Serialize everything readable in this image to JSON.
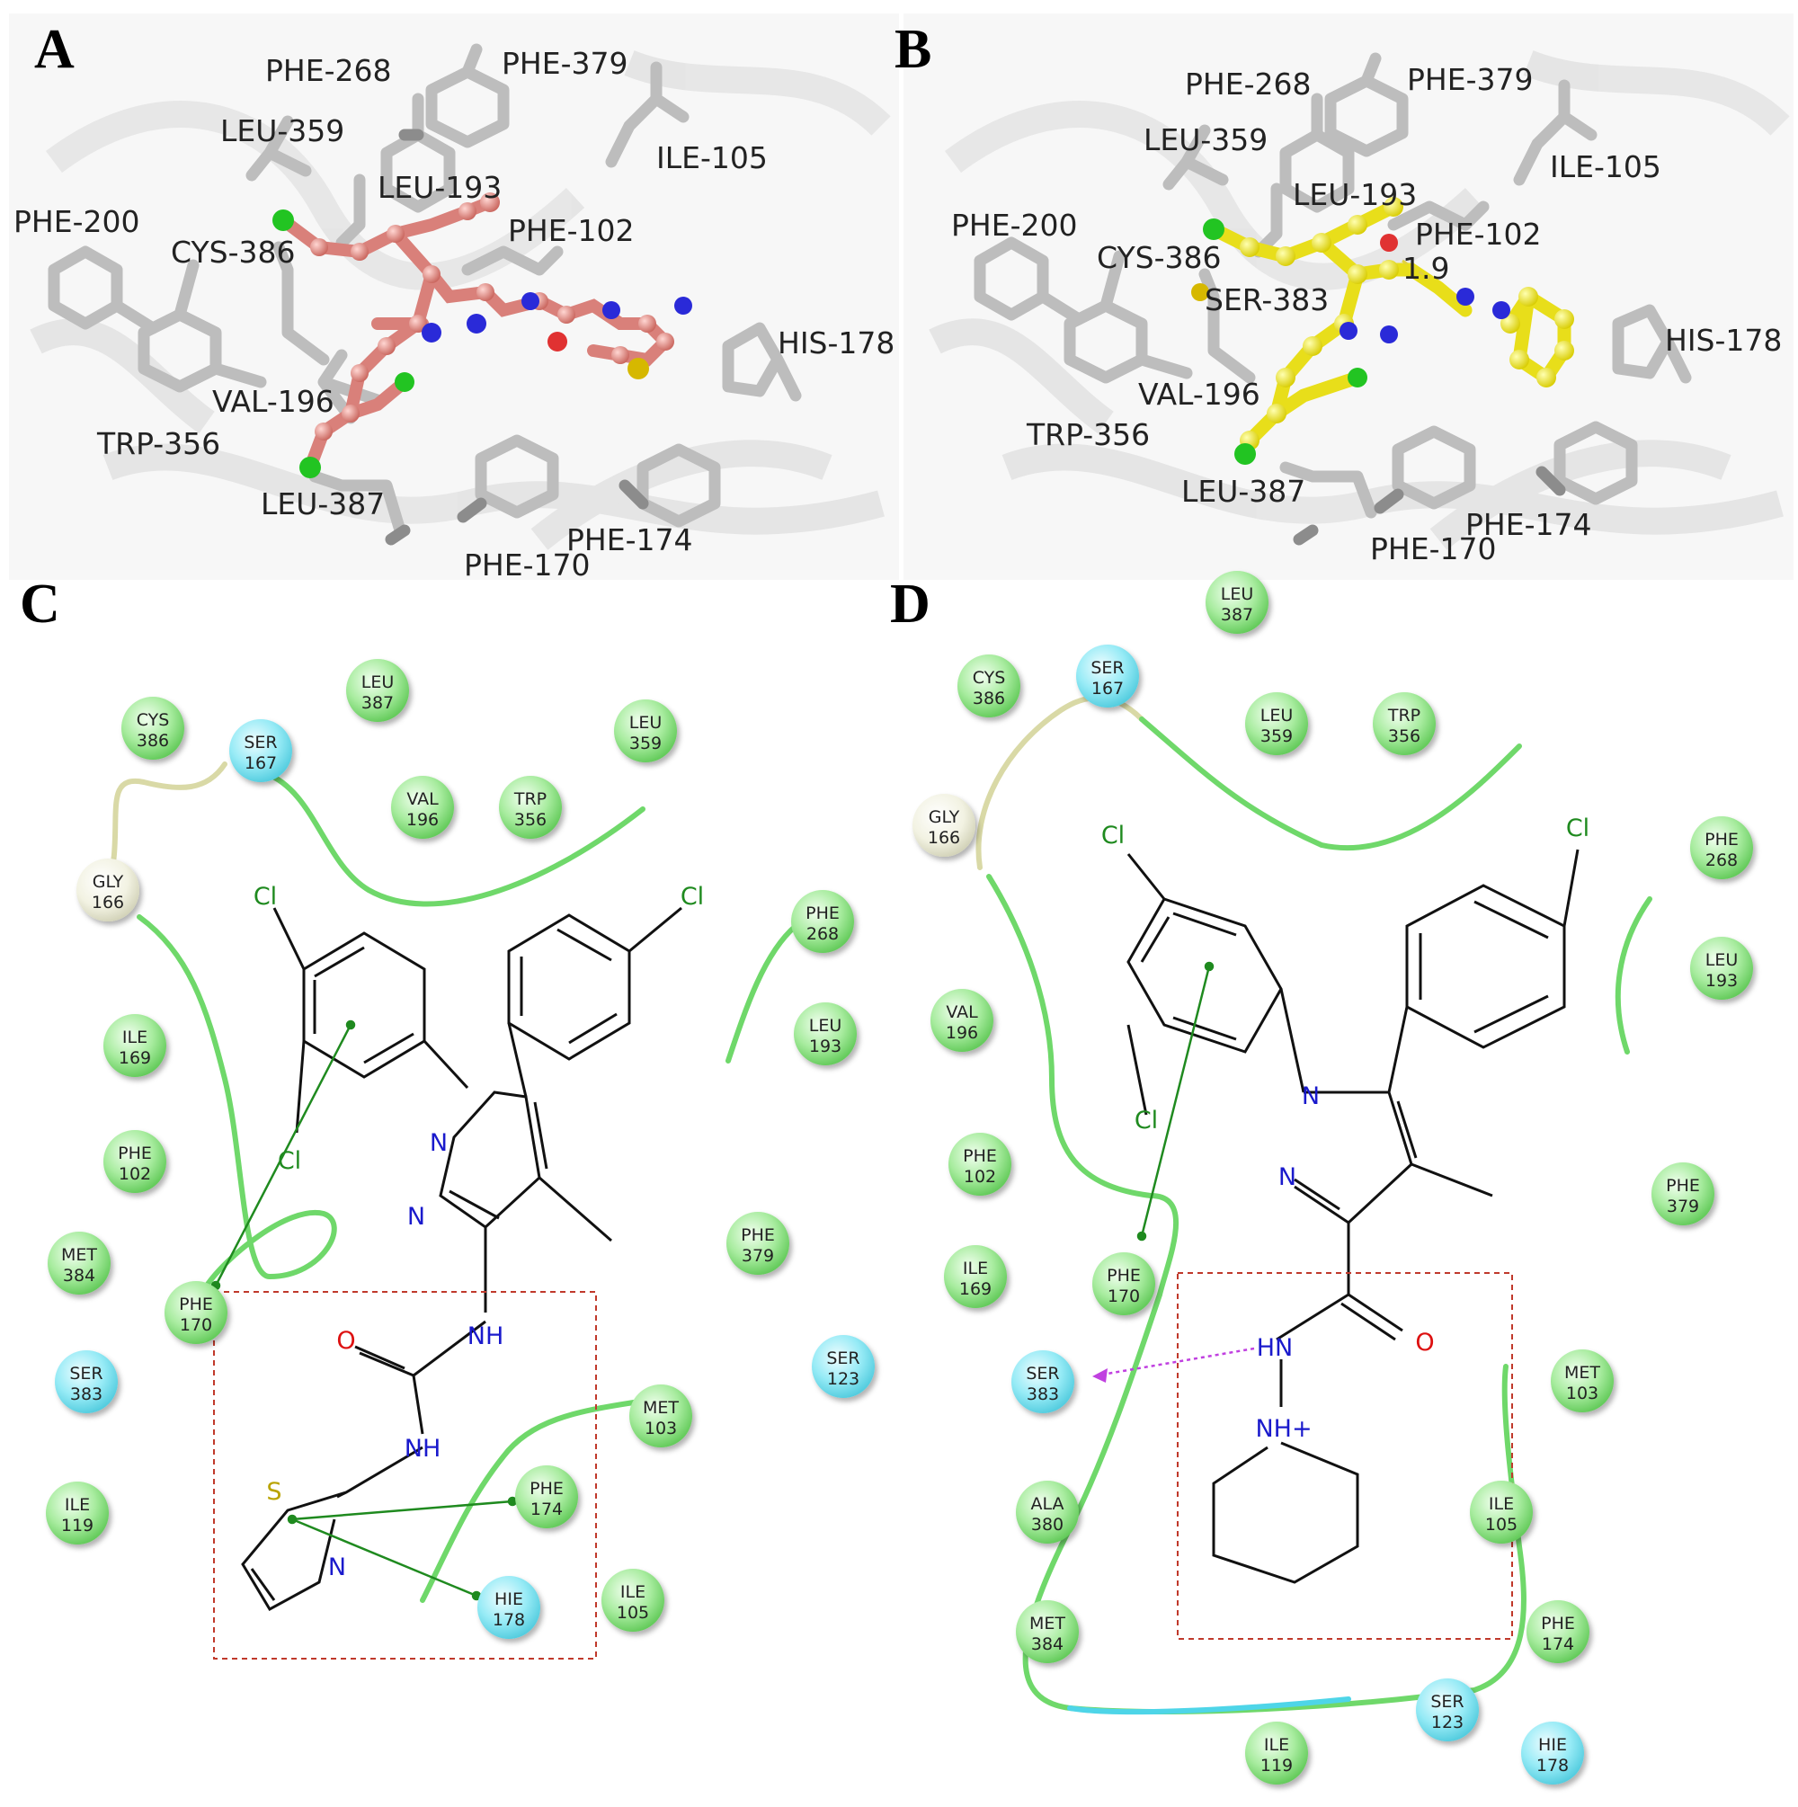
{
  "panels": {
    "a": {
      "label": "A"
    },
    "b": {
      "label": "B"
    },
    "c": {
      "label": "C"
    },
    "d": {
      "label": "D"
    }
  },
  "panel_a_residues": [
    "PHE-268",
    "PHE-379",
    "LEU-359",
    "ILE-105",
    "LEU-193",
    "PHE-200",
    "CYS-386",
    "PHE-102",
    "HIS-178",
    "VAL-196",
    "TRP-356",
    "LEU-387",
    "PHE-174",
    "PHE-170"
  ],
  "panel_b_residues": [
    "PHE-268",
    "PHE-379",
    "LEU-359",
    "ILE-105",
    "LEU-193",
    "PHE-200",
    "CYS-386",
    "PHE-102",
    "SER-383",
    "HIS-178",
    "VAL-196",
    "TRP-356",
    "LEU-387",
    "PHE-174",
    "PHE-170"
  ],
  "panel_b_distance": "1.9",
  "panel_c_residues": [
    {
      "name": "LEU",
      "num": "387",
      "kind": "hydrophobic"
    },
    {
      "name": "CYS",
      "num": "386",
      "kind": "hydrophobic"
    },
    {
      "name": "SER",
      "num": "167",
      "kind": "polar"
    },
    {
      "name": "LEU",
      "num": "359",
      "kind": "hydrophobic"
    },
    {
      "name": "VAL",
      "num": "196",
      "kind": "hydrophobic"
    },
    {
      "name": "TRP",
      "num": "356",
      "kind": "hydrophobic"
    },
    {
      "name": "GLY",
      "num": "166",
      "kind": "glycine"
    },
    {
      "name": "PHE",
      "num": "268",
      "kind": "hydrophobic"
    },
    {
      "name": "LEU",
      "num": "193",
      "kind": "hydrophobic"
    },
    {
      "name": "ILE",
      "num": "169",
      "kind": "hydrophobic"
    },
    {
      "name": "PHE",
      "num": "102",
      "kind": "hydrophobic"
    },
    {
      "name": "PHE",
      "num": "379",
      "kind": "hydrophobic"
    },
    {
      "name": "MET",
      "num": "384",
      "kind": "hydrophobic"
    },
    {
      "name": "PHE",
      "num": "170",
      "kind": "hydrophobic"
    },
    {
      "name": "SER",
      "num": "383",
      "kind": "polar"
    },
    {
      "name": "SER",
      "num": "123",
      "kind": "polar"
    },
    {
      "name": "MET",
      "num": "103",
      "kind": "hydrophobic"
    },
    {
      "name": "PHE",
      "num": "174",
      "kind": "hydrophobic"
    },
    {
      "name": "ILE",
      "num": "119",
      "kind": "hydrophobic"
    },
    {
      "name": "ILE",
      "num": "105",
      "kind": "hydrophobic"
    },
    {
      "name": "HIE",
      "num": "178",
      "kind": "polar"
    }
  ],
  "panel_d_residues": [
    {
      "name": "LEU",
      "num": "387",
      "kind": "hydrophobic"
    },
    {
      "name": "CYS",
      "num": "386",
      "kind": "hydrophobic"
    },
    {
      "name": "SER",
      "num": "167",
      "kind": "polar"
    },
    {
      "name": "LEU",
      "num": "359",
      "kind": "hydrophobic"
    },
    {
      "name": "TRP",
      "num": "356",
      "kind": "hydrophobic"
    },
    {
      "name": "GLY",
      "num": "166",
      "kind": "glycine"
    },
    {
      "name": "PHE",
      "num": "268",
      "kind": "hydrophobic"
    },
    {
      "name": "LEU",
      "num": "193",
      "kind": "hydrophobic"
    },
    {
      "name": "VAL",
      "num": "196",
      "kind": "hydrophobic"
    },
    {
      "name": "PHE",
      "num": "102",
      "kind": "hydrophobic"
    },
    {
      "name": "PHE",
      "num": "379",
      "kind": "hydrophobic"
    },
    {
      "name": "ILE",
      "num": "169",
      "kind": "hydrophobic"
    },
    {
      "name": "PHE",
      "num": "170",
      "kind": "hydrophobic"
    },
    {
      "name": "SER",
      "num": "383",
      "kind": "polar"
    },
    {
      "name": "MET",
      "num": "103",
      "kind": "hydrophobic"
    },
    {
      "name": "ALA",
      "num": "380",
      "kind": "hydrophobic"
    },
    {
      "name": "ILE",
      "num": "105",
      "kind": "hydrophobic"
    },
    {
      "name": "MET",
      "num": "384",
      "kind": "hydrophobic"
    },
    {
      "name": "PHE",
      "num": "174",
      "kind": "hydrophobic"
    },
    {
      "name": "SER",
      "num": "123",
      "kind": "polar"
    },
    {
      "name": "ILE",
      "num": "119",
      "kind": "hydrophobic"
    },
    {
      "name": "HIE",
      "num": "178",
      "kind": "polar"
    }
  ],
  "ligand_c_atoms": {
    "cl1": "Cl",
    "cl2": "Cl",
    "cl3": "Cl",
    "n1": "N",
    "n2": "N",
    "nh1": "NH",
    "o": "O",
    "nh2": "NH",
    "s": "S",
    "n3": "N"
  },
  "ligand_d_atoms": {
    "cl1": "Cl",
    "cl2": "Cl",
    "cl3": "Cl",
    "n1": "N",
    "n2": "N",
    "hn": "HN",
    "o": "O",
    "nhplus": "NH+"
  },
  "colors": {
    "hydrophobic": "#8ee08a",
    "polar": "#7fe3f2",
    "glycine": "#eeeed8",
    "ligand_a": "#e08c86",
    "ligand_b": "#f2ec2a",
    "pi_stack": "#1f8a1f",
    "hbond": "#c040e0",
    "pocket": "#6fd86a"
  }
}
